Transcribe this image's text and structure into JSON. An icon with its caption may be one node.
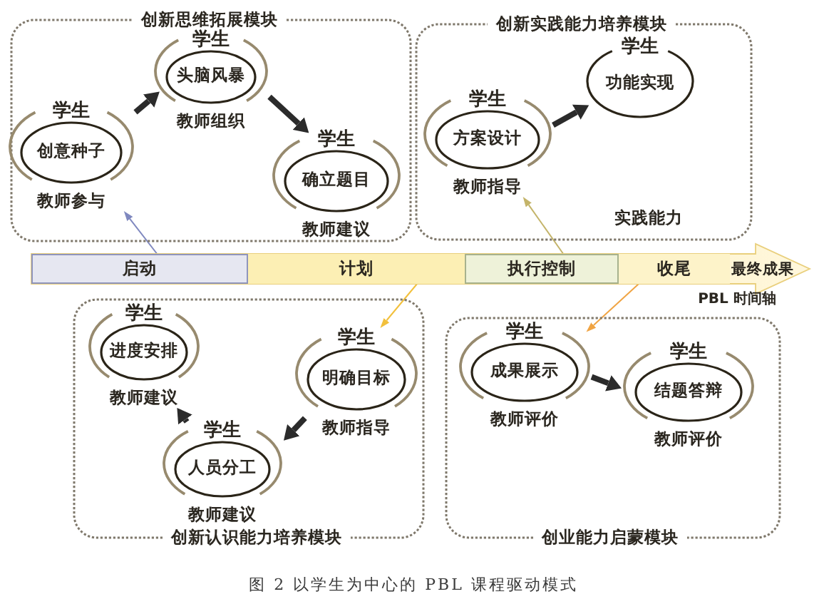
{
  "diagram": {
    "caption": "图 2 以学生为中心的 PBL 课程驱动模式",
    "nodes": [
      {
        "text": [
          "创新思维拓展模块"
        ]
      },
      {
        "text": [
          "学生",
          "创意种子",
          "教师参与"
        ],
        "in": 0
      },
      {
        "text": [
          "学生",
          "头脑风暴",
          "教师组织"
        ],
        "in": 0
      },
      {
        "text": [
          "学生",
          "确立题目",
          "教师建议"
        ],
        "in": 0
      },
      {
        "text": [
          "创新实践能力培养模块",
          "实践能力"
        ]
      },
      {
        "text": [
          "学生",
          "方案设计",
          "教师指导"
        ],
        "in": 4
      },
      {
        "text": [
          "学生",
          "功能实现"
        ],
        "in": 4
      },
      {
        "text": [
          "最终成果"
        ]
      },
      {
        "text": [
          "启动"
        ],
        "in": 7
      },
      {
        "text": [
          "计划"
        ],
        "in": 7
      },
      {
        "text": [
          "执行控制"
        ],
        "in": 7
      },
      {
        "text": [
          "收尾"
        ],
        "in": 7
      },
      {
        "text": [
          "创新认识能力培养模块"
        ]
      },
      {
        "text": [
          "学生",
          "进度安排",
          "教师建议"
        ],
        "in": 12
      },
      {
        "text": [
          "学生",
          "明确目标",
          "教师指导"
        ],
        "in": 12
      },
      {
        "text": [
          "学生",
          "人员分工",
          "教师建议"
        ],
        "in": 12
      },
      {
        "text": [
          "创业能力启蒙模块"
        ]
      },
      {
        "text": [
          "学生",
          "成果展示",
          "教师评价"
        ],
        "in": 16
      },
      {
        "text": [
          "学生",
          "结题答辩",
          "教师评价"
        ],
        "in": 16
      }
    ],
    "edges": [
      {
        "from": 1,
        "to": 2,
        "arrow": "to"
      },
      {
        "from": 2,
        "to": 3,
        "arrow": "to"
      },
      {
        "from": 5,
        "to": 6,
        "arrow": "to"
      },
      {
        "from": 14,
        "to": 15,
        "arrow": "to"
      },
      {
        "from": 15,
        "to": 13,
        "arrow": "to"
      },
      {
        "from": 17,
        "to": 18,
        "arrow": "to"
      },
      {
        "from": 8,
        "to": 1,
        "arrow": "to",
        "color": "#7f88bf"
      },
      {
        "from": 10,
        "to": 5,
        "arrow": "to",
        "color": "#c4b46a"
      },
      {
        "from": 9,
        "to": 14,
        "arrow": "to",
        "color": "#f2c03c"
      },
      {
        "from": 11,
        "to": 17,
        "arrow": "to",
        "color": "#f0a443"
      }
    ],
    "labels": [
      "PBL 时间轴"
    ]
  }
}
